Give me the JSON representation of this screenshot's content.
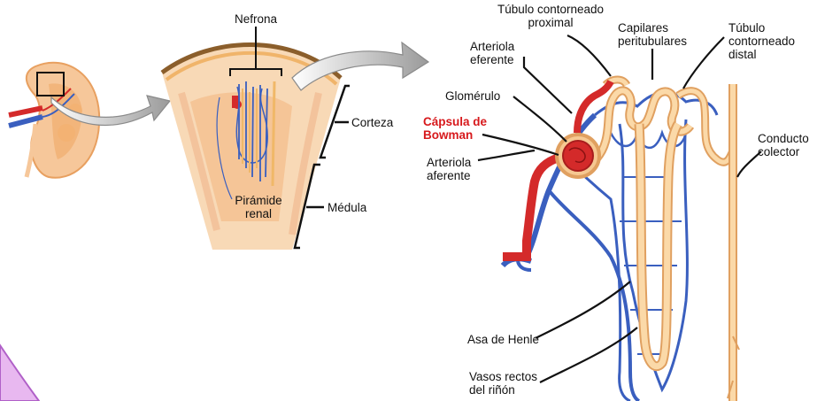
{
  "labels": {
    "nefrona": "Nefrona",
    "corteza": "Corteza",
    "medula": "Médula",
    "piramide_renal": "Pirámide\nrenal",
    "tubulo_proximal": "Túbulo contorneado\nproximal",
    "capilares": "Capilares\nperitubulares",
    "tubulo_distal": "Túbulo\ncontorneado\ndistal",
    "arteriola_eferente": "Arteriola\neferente",
    "glomerulo": "Glomérulo",
    "capsula_bowman": "Cápsula de\nBowman",
    "arteriola_aferente": "Arteriola\naferente",
    "conducto_colector": "Conducto\ncolector",
    "asa_henle": "Asa de Henle",
    "vasos_rectos": "Vasos rectos\ndel riñón"
  },
  "colors": {
    "artery": "#d42a2a",
    "vein": "#3a5fbf",
    "tubule": "#f7c98a",
    "tubule_edge": "#e0a060",
    "tissue": "#f7d6b0",
    "accent_label": "#d7191c",
    "arrow": "#a8a8a8"
  }
}
